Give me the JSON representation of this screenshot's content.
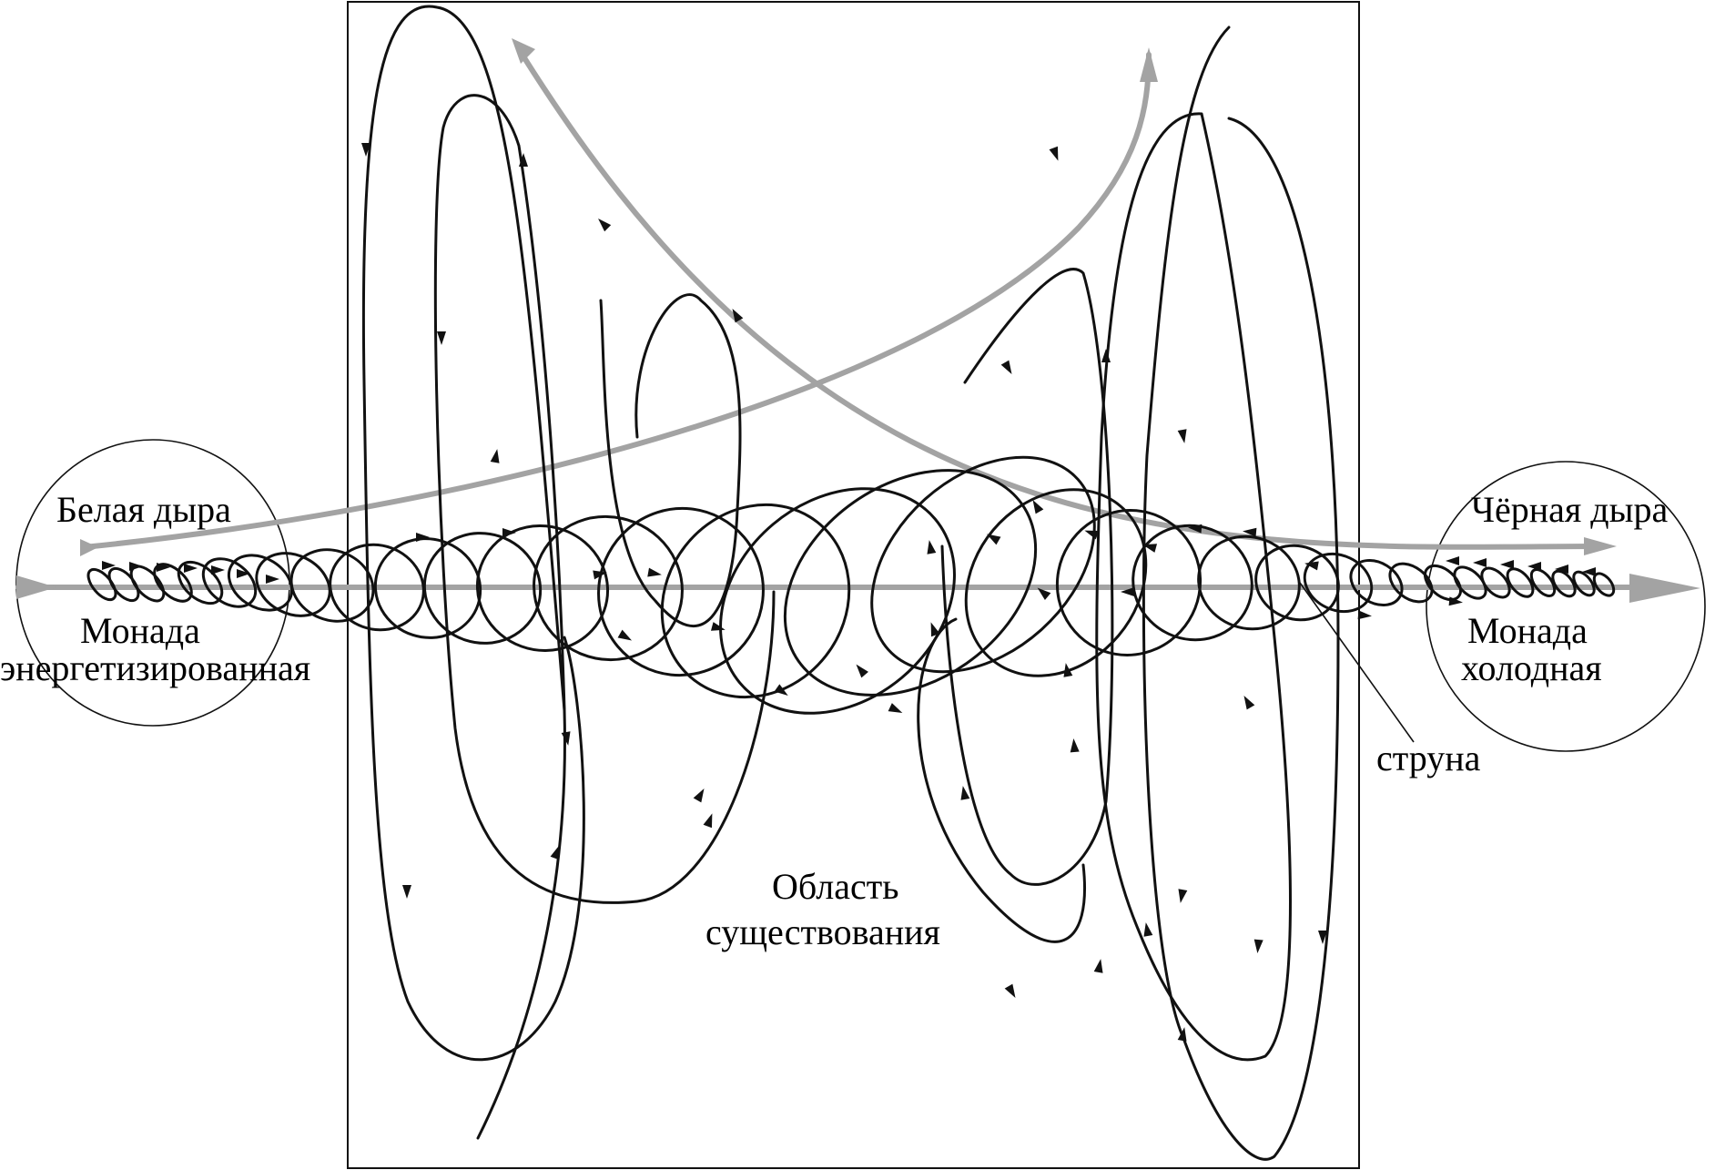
{
  "labels": {
    "white_hole": "Белая дыра",
    "black_hole": "Чёрная дыра",
    "monad_energized_line1": "Монада",
    "monad_energized_line2": "энергетизированная",
    "monad_cold_line1": "Монада",
    "monad_cold_line2": "холодная",
    "string": "струна",
    "existence_line1": "Область",
    "existence_line2": "существования"
  },
  "colors": {
    "line": "#111111",
    "gray_flow": "#a3a3a3",
    "background": "#ffffff"
  }
}
